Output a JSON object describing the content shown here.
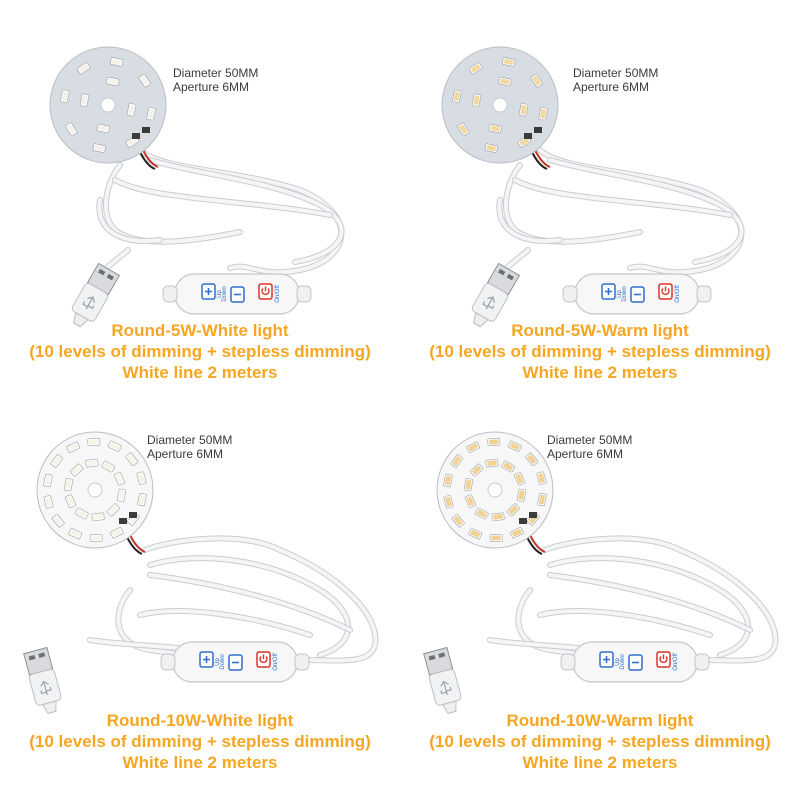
{
  "products": [
    {
      "spec": {
        "diameter": "Diameter 50MM",
        "aperture": "Aperture 6MM"
      },
      "title": "Round-5W-White light",
      "feature": "(10 levels of dimming + stepless dimming)",
      "cable": "White line 2 meters",
      "led_color": "#f4f1ea",
      "leds": 12
    },
    {
      "spec": {
        "diameter": "Diameter 50MM",
        "aperture": "Aperture 6MM"
      },
      "title": "Round-5W-Warm light",
      "feature": "(10 levels of dimming + stepless dimming)",
      "cable": "White line 2 meters",
      "led_color": "#f3d9a0",
      "leds": 12
    },
    {
      "spec": {
        "diameter": "Diameter 50MM",
        "aperture": "Aperture 6MM"
      },
      "title": "Round-10W-White light",
      "feature": "(10 levels of dimming + stepless dimming)",
      "cable": "White line 2 meters",
      "led_color": "#f6f3e8",
      "leds": 24
    },
    {
      "spec": {
        "diameter": "Diameter 50MM",
        "aperture": "Aperture 6MM"
      },
      "title": "Round-10W-Warm light",
      "feature": "(10 levels of dimming + stepless dimming)",
      "cable": "White line 2 meters",
      "led_color": "#f2d193",
      "leds": 24
    }
  ],
  "controller": {
    "up": "Up",
    "down": "Down",
    "onoff": "On/Off"
  },
  "colors": {
    "caption": "#f6a623",
    "board_5w": "#d7dde3",
    "board_10w": "#f7f7f7",
    "button_blue": "#2f6fd0",
    "button_red": "#d8322c"
  },
  "icons": [
    "plus-icon",
    "minus-icon",
    "power-icon",
    "usb-icon"
  ]
}
